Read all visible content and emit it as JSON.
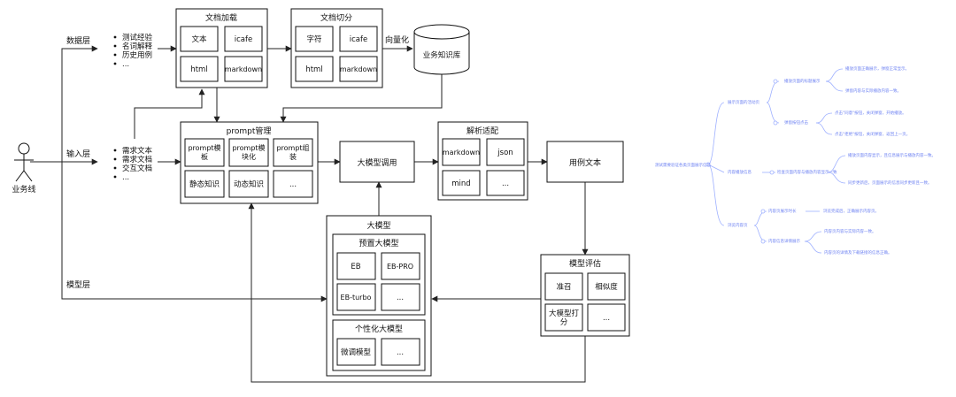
{
  "actor": {
    "label": "业务线"
  },
  "layers": {
    "data": "数据层",
    "input": "输入层",
    "model": "模型层"
  },
  "data_items": [
    "测试经验",
    "名词解释",
    "历史用例",
    "..."
  ],
  "input_items": [
    "需求文本",
    "需求文档",
    "交互文档",
    "..."
  ],
  "doc_load": {
    "title": "文档加载",
    "cells": [
      "文本",
      "icafe",
      "html",
      "markdown"
    ]
  },
  "doc_split": {
    "title": "文档切分",
    "cells": [
      "字符",
      "icafe",
      "html",
      "markdown"
    ]
  },
  "vectorize_label": "向量化",
  "knowledge_base": "业务知识库",
  "prompt": {
    "title": "prompt管理",
    "cells": [
      "prompt模板",
      "prompt模块化",
      "prompt组装",
      "静态知识",
      "动态知识",
      "..."
    ]
  },
  "llm_call": "大模型调用",
  "parse": {
    "title": "解析适配",
    "cells": [
      "markdown",
      "json",
      "mind",
      "..."
    ]
  },
  "case_text": "用例文本",
  "llm": {
    "title": "大模型",
    "preset": {
      "title": "预置大模型",
      "cells": [
        "EB",
        "EB-PRO",
        "EB-turbo",
        "..."
      ]
    },
    "custom": {
      "title": "个性化大模型",
      "cells": [
        "微调模型",
        "..."
      ]
    }
  },
  "eval": {
    "title": "模型评估",
    "cells": [
      "准召",
      "相似度",
      "大模型打分",
      "..."
    ]
  },
  "colors": {
    "line": "#222222",
    "border": "#111111",
    "mindmap": "#6f83f2"
  },
  "mindmap": {
    "root": "测试需要验证各类页面展示信息",
    "nodes": [
      "展示页面的活动页",
      "播放页面的标题展示",
      "播放页面正确展示，弹窗正常显示。",
      "弹窗内容与实际播放内容一致。",
      "弹窗按钮点击",
      "点击\"同意\"按钮，关闭弹窗，开始播放。",
      "点击\"拒绝\"按钮，关闭弹窗，返回上一页。",
      "内容播放信息",
      "检查页面内容与播放内容显示一致",
      "播放页面内容显示，且信息展示与播放内容一致。",
      "同步更新后，页面展示的信息同步更新且一致。",
      "浏览内容页",
      "内容页展示时长",
      "浏览完成后，正确展示内容页。",
      "内容信息详情展示",
      "内容页内容与实际内容一致。",
      "内容页的详情及下载链接的信息正确。"
    ]
  }
}
